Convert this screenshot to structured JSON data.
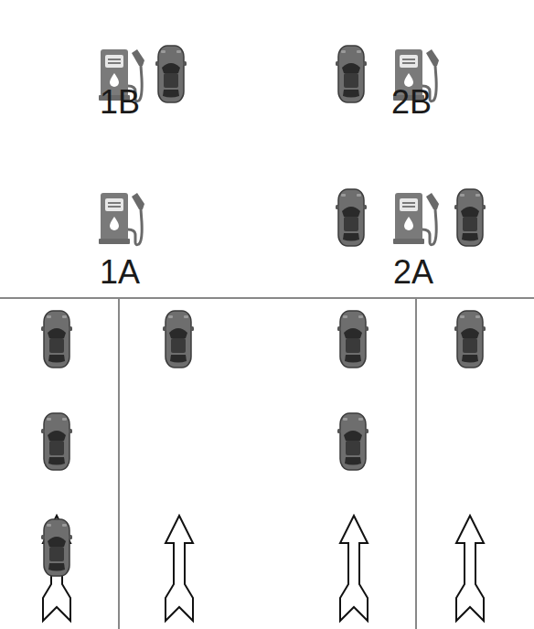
{
  "diagram": {
    "labels": [
      "1B",
      "2B",
      "1A",
      "2A"
    ]
  }
}
